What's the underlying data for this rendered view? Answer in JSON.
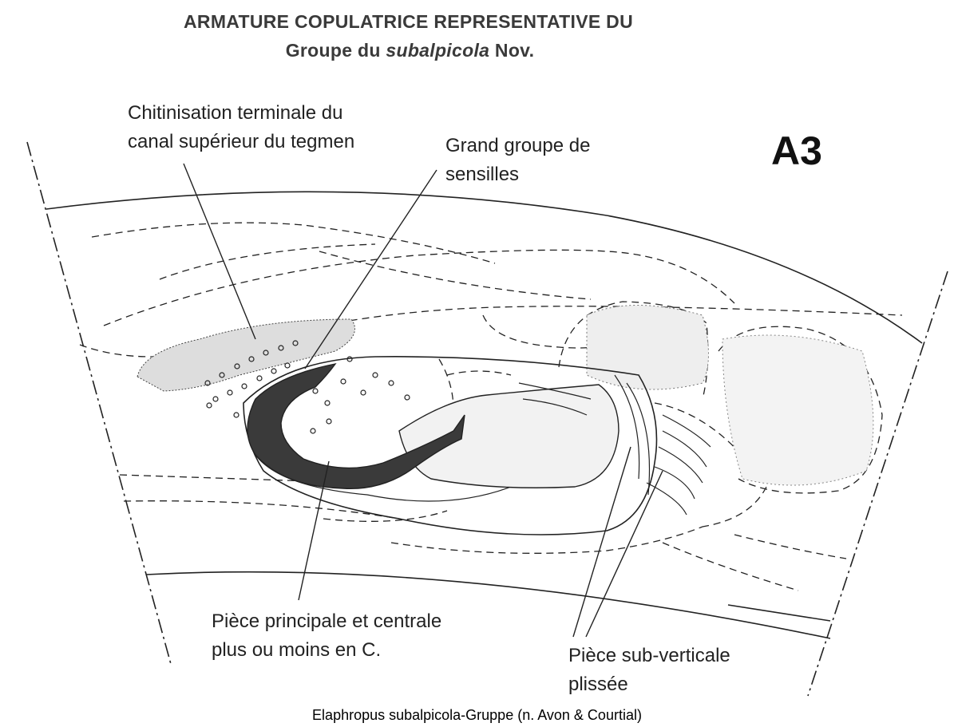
{
  "title": {
    "line1": "ARMATURE COPULATRICE REPRESENTATIVE DU",
    "line2_prefix": "Groupe du ",
    "line2_italic": "subalpicola",
    "line2_suffix": " Nov."
  },
  "panel_id": "A3",
  "labels": {
    "chitinisation_1": "Chitinisation terminale du",
    "chitinisation_2": "canal supérieur du tegmen",
    "sensilles_1": "Grand groupe de",
    "sensilles_2": "sensilles",
    "piece_principale_1": "Pièce principale et centrale",
    "piece_principale_2": "plus ou moins en C.",
    "piece_sub_1": "Pièce sub-verticale",
    "piece_sub_2": "plissée"
  },
  "caption": "Elaphropus subalpicola-Gruppe (n. Avon & Courtial)",
  "colors": {
    "ink": "#222222",
    "solid_piece": "#3a3a3a"
  }
}
